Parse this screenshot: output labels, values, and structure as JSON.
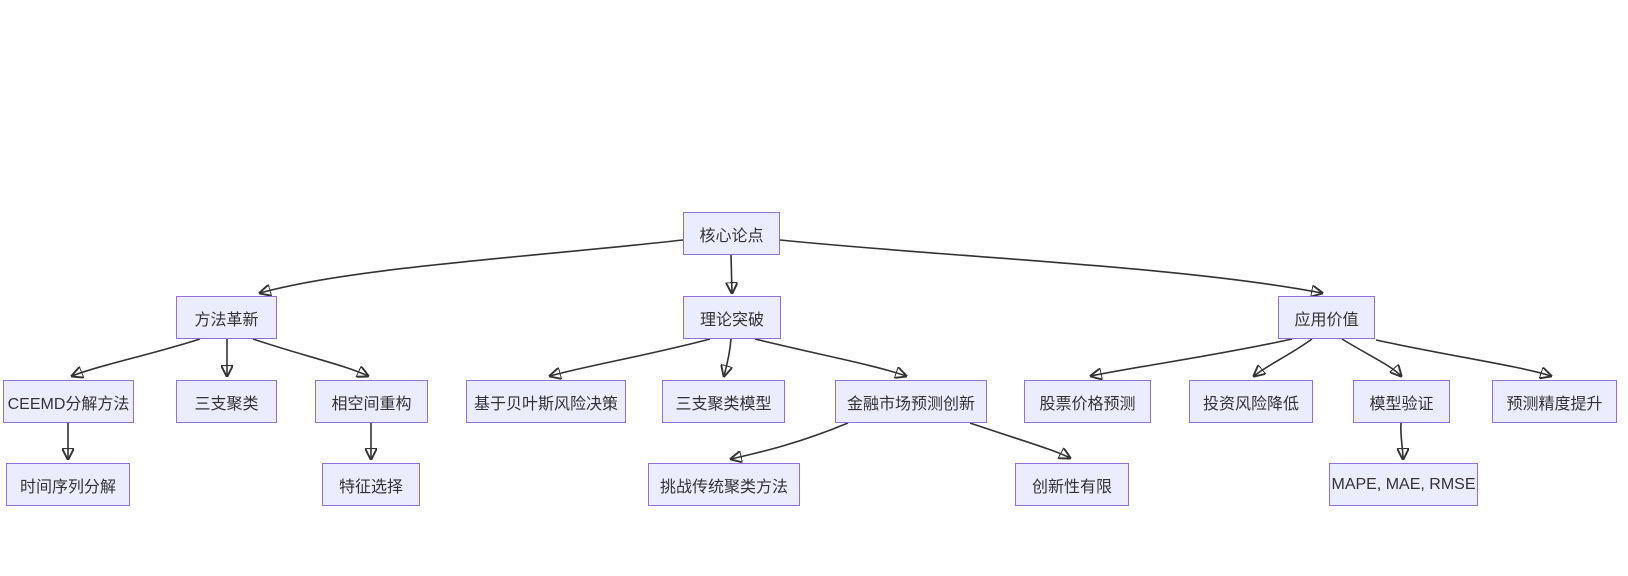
{
  "page": {
    "background": "#ffffff"
  },
  "diagram": {
    "type": "flowchart-top-down",
    "styles": {
      "node_fill": "#ECECFF",
      "node_border": "#9370DB",
      "node_text_color": "#333333",
      "edge_color": "#333333"
    },
    "nodes": {
      "core": {
        "label": "核心论点"
      },
      "method": {
        "label": "方法革新"
      },
      "theory": {
        "label": "理论突破"
      },
      "application": {
        "label": "应用价值"
      },
      "ceemd": {
        "label": "CEEMD分解方法"
      },
      "three_way": {
        "label": "三支聚类"
      },
      "phase": {
        "label": "相空间重构"
      },
      "bayes": {
        "label": "基于贝叶斯风险决策"
      },
      "three_model": {
        "label": "三支聚类模型"
      },
      "finance": {
        "label": "金融市场预测创新"
      },
      "stock": {
        "label": "股票价格预测"
      },
      "invest": {
        "label": "投资风险降低"
      },
      "model_val": {
        "label": "模型验证"
      },
      "precision": {
        "label": "预测精度提升"
      },
      "timeseries": {
        "label": "时间序列分解"
      },
      "feature": {
        "label": "特征选择"
      },
      "challenge": {
        "label": "挑战传统聚类方法"
      },
      "limited": {
        "label": "创新性有限"
      },
      "mape": {
        "label": "MAPE, MAE, RMSE"
      }
    },
    "edges": [
      {
        "from": "core",
        "to": "method"
      },
      {
        "from": "core",
        "to": "theory"
      },
      {
        "from": "core",
        "to": "application"
      },
      {
        "from": "method",
        "to": "ceemd"
      },
      {
        "from": "method",
        "to": "three_way"
      },
      {
        "from": "method",
        "to": "phase"
      },
      {
        "from": "theory",
        "to": "bayes"
      },
      {
        "from": "theory",
        "to": "three_model"
      },
      {
        "from": "theory",
        "to": "finance"
      },
      {
        "from": "application",
        "to": "stock"
      },
      {
        "from": "application",
        "to": "invest"
      },
      {
        "from": "application",
        "to": "model_val"
      },
      {
        "from": "application",
        "to": "precision"
      },
      {
        "from": "ceemd",
        "to": "timeseries"
      },
      {
        "from": "phase",
        "to": "feature"
      },
      {
        "from": "finance",
        "to": "challenge"
      },
      {
        "from": "finance",
        "to": "limited"
      },
      {
        "from": "model_val",
        "to": "mape"
      }
    ]
  }
}
